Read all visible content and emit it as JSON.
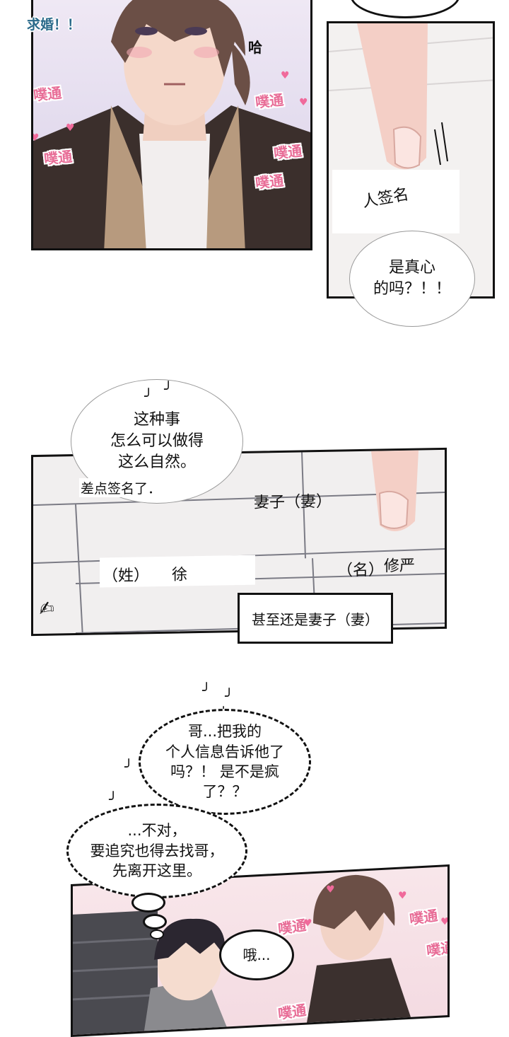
{
  "panel1": {
    "caption": "求婚！！",
    "ha": "哈",
    "sfx": [
      "噗通",
      "噗通",
      "噗通",
      "噗通",
      "噗通"
    ]
  },
  "panel2": {
    "label": "人签名",
    "bubble": [
      "是真心",
      "的吗？！！"
    ]
  },
  "section2": {
    "thought": [
      "这种事",
      "怎么可以做得",
      "这么自然。"
    ],
    "caption": "差点签名了．",
    "wife_label": "妻子（妻）",
    "surname_label": "（姓）",
    "surname_value": "徐",
    "given_label": "（名）",
    "given_value": "修严",
    "box_caption": "甚至还是妻子（妻）"
  },
  "section3": {
    "bubble1": [
      "哥...把我的",
      "个人信息告诉他了",
      "吗？！ 是不是疯",
      "了？？"
    ],
    "bubble2": [
      "...不对，",
      "要追究也得去找哥，",
      "先离开这里。"
    ],
    "bubble3": "哦...",
    "sfx": [
      "噗通",
      "噗通",
      "噗通",
      "噗通"
    ]
  }
}
